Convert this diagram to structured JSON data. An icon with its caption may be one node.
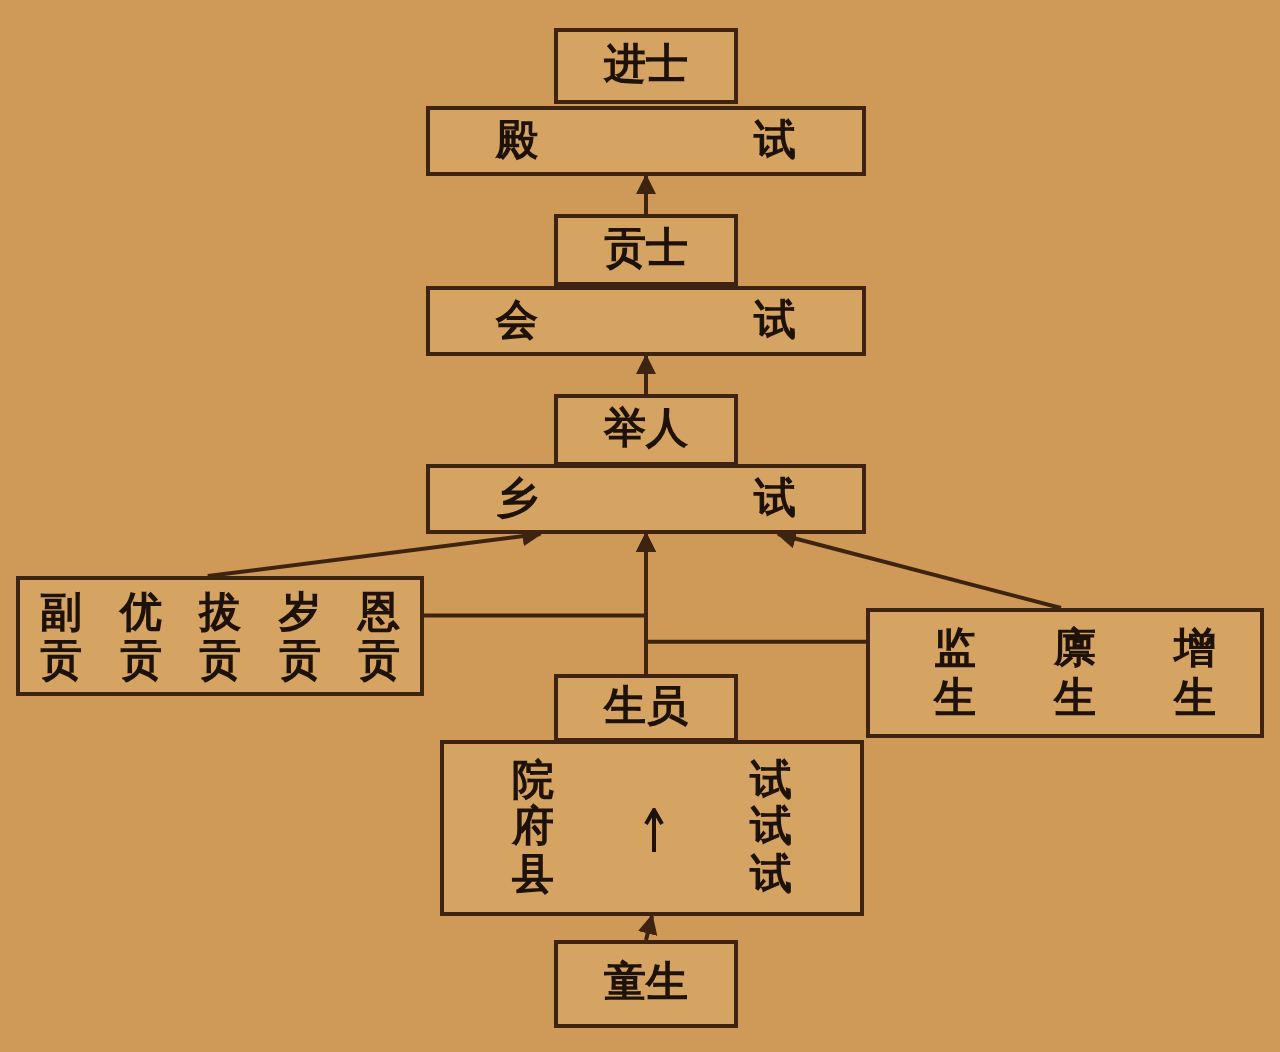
{
  "diagram": {
    "nodes": [
      {
        "text": [
          "进士"
        ]
      },
      {
        "text": [
          "殿试"
        ]
      },
      {
        "text": [
          "贡士"
        ]
      },
      {
        "text": [
          "会试"
        ]
      },
      {
        "text": [
          "举人"
        ]
      },
      {
        "text": [
          "乡试"
        ]
      },
      {
        "text": [
          "副贡",
          "优贡",
          "拔贡",
          "岁贡",
          "恩贡"
        ]
      },
      {
        "text": [
          "监生",
          "廪生",
          "增生"
        ]
      },
      {
        "text": [
          "生员"
        ]
      },
      {
        "text": [
          "院试",
          "府试",
          "县试"
        ]
      },
      {
        "text": [
          "童生"
        ]
      }
    ],
    "edges": [
      {
        "from": 2,
        "to": 1,
        "arrow": "to"
      },
      {
        "from": 4,
        "to": 3,
        "arrow": "to"
      },
      {
        "from": 6,
        "to": 5,
        "arrow": "to"
      },
      {
        "from": 8,
        "to": 5,
        "arrow": "to"
      },
      {
        "from": 7,
        "to": 5,
        "arrow": "to"
      },
      {
        "from": 6,
        "to": 5,
        "arrow": "to"
      },
      {
        "from": 7,
        "to": 5,
        "arrow": "to"
      },
      {
        "from": 10,
        "to": 9,
        "arrow": "to"
      }
    ]
  }
}
